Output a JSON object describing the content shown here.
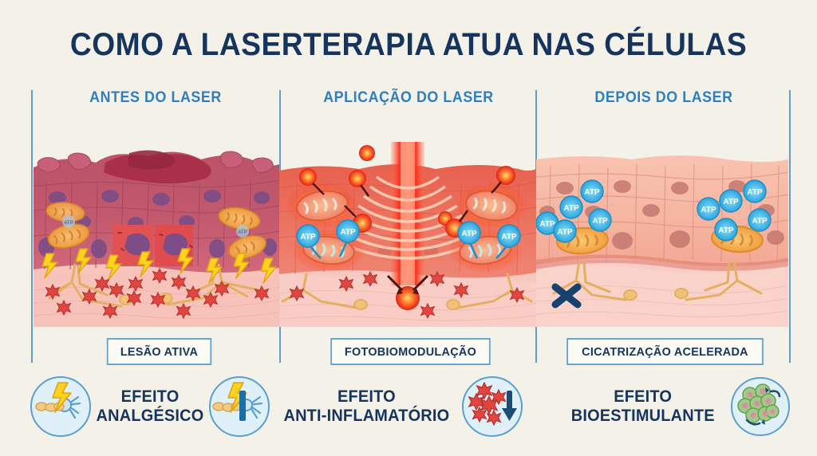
{
  "page": {
    "title": "COMO A LASERTERAPIA ATUA NAS CÉLULAS",
    "background_color": "#f4f1e8",
    "title_color": "#16355e",
    "accent_blue": "#2f7fbf",
    "divider_color": "#4a8ec2"
  },
  "columns": [
    {
      "header": "ANTES DO LASER",
      "label": "LESÃO ATIVA",
      "state": "inflamed-tissue",
      "tissue_color": "#b64a62",
      "features": [
        "ulcerated-wound",
        "pain-lightning-bolts",
        "inflammatory-cells",
        "nerve-fibers",
        "mitochondria"
      ]
    },
    {
      "header": "APLICAÇÃO DO LASER",
      "label": "FOTOBIOMODULAÇÃO",
      "state": "laser-application",
      "tissue_color": "#e8604c",
      "features": [
        "laser-beam",
        "wave-arcs",
        "photons",
        "glowing-mitochondria",
        "atp-molecules"
      ]
    },
    {
      "header": "DEPOIS DO LASER",
      "label": "CICATRIZAÇÃO ACELERADA",
      "state": "healed-tissue",
      "tissue_color": "#f4a490",
      "features": [
        "healthy-cells",
        "atp-molecules",
        "mitochondria",
        "pain-blocked-x"
      ]
    }
  ],
  "effects": [
    {
      "line1": "EFEITO",
      "line2": "ANALGÉSICO",
      "icons": [
        "nerve-lightning-icon",
        "nerve-blocked-icon"
      ],
      "icon_position": "both-sides"
    },
    {
      "line1": "EFEITO",
      "line2": "ANTI-INFLAMATÓRIO",
      "icons": [
        "inflammatory-cells-down-arrow-icon"
      ],
      "icon_position": "right"
    },
    {
      "line1": "EFEITO",
      "line2": "BIOESTIMULANTE",
      "icons": [
        "cell-proliferation-icon"
      ],
      "icon_position": "right"
    }
  ],
  "molecules": {
    "atp_label": "ATP",
    "atp_color": "#3bb4e5"
  },
  "colors": {
    "lightning_yellow": "#ffd21e",
    "inflammatory_red": "#e0463f",
    "nerve_gold": "#e8b96a",
    "mitochondria_orange": "#f0a24a",
    "laser_red": "#f42b1c",
    "healthy_pink": "#f6b3a1",
    "navy_x": "#17416e",
    "cell_green": "#8cc07a"
  }
}
